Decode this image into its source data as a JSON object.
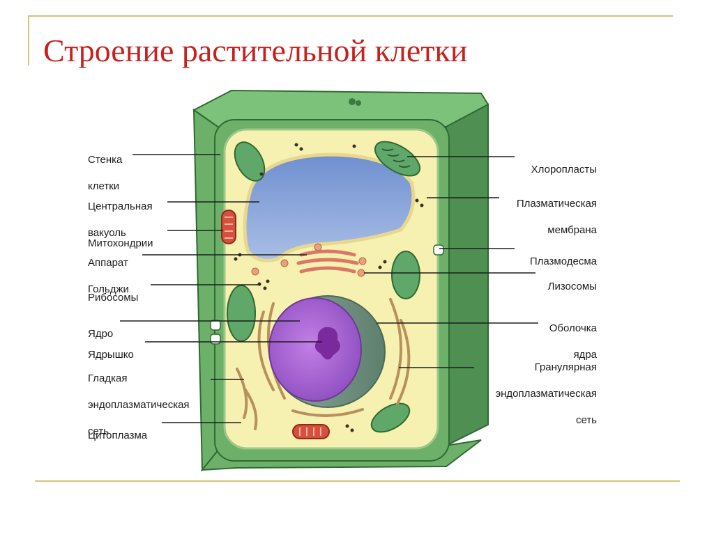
{
  "title": "Строение растительной клетки",
  "labels_left": [
    {
      "id": "cell-wall",
      "lines": [
        "Стенка",
        "клетки"
      ]
    },
    {
      "id": "central-vacuole",
      "lines": [
        "Центральная",
        "вакуоль"
      ]
    },
    {
      "id": "mitochondria",
      "lines": [
        "Митохондрии"
      ]
    },
    {
      "id": "golgi",
      "lines": [
        "Аппарат",
        "Гольджи"
      ]
    },
    {
      "id": "ribosomes",
      "lines": [
        "Рибосомы"
      ]
    },
    {
      "id": "nucleus",
      "lines": [
        "Ядро"
      ]
    },
    {
      "id": "nucleolus",
      "lines": [
        "Ядрышко"
      ]
    },
    {
      "id": "smooth-er",
      "lines": [
        "Гладкая",
        "эндоплазматическая",
        "сеть"
      ]
    },
    {
      "id": "cytoplasm",
      "lines": [
        "Цитоплазма"
      ]
    }
  ],
  "labels_right": [
    {
      "id": "chloroplasts",
      "lines": [
        "Хлоропласты"
      ]
    },
    {
      "id": "plasma-membrane",
      "lines": [
        "Плазматическая",
        "мембрана"
      ]
    },
    {
      "id": "plasmodesma",
      "lines": [
        "Плазмодесма"
      ]
    },
    {
      "id": "lysosomes",
      "lines": [
        "Лизосомы"
      ]
    },
    {
      "id": "nuclear-envelope",
      "lines": [
        "Оболочка",
        "ядра"
      ]
    },
    {
      "id": "rough-er",
      "lines": [
        "Гранулярная",
        "эндоплазматическая",
        "сеть"
      ]
    }
  ],
  "colors": {
    "title": "#c8201c",
    "frame": "#d9c27a",
    "cell_wall": "#6cb06a",
    "cell_wall_dark": "#3f7f41",
    "cytoplasm": "#f6f1b0",
    "vacuole": "#8ea8d8",
    "nucleus": "#b070d8",
    "chloroplast": "#5fa86a",
    "mitochondria": "#d6503c",
    "golgi": "#e89a8a"
  }
}
